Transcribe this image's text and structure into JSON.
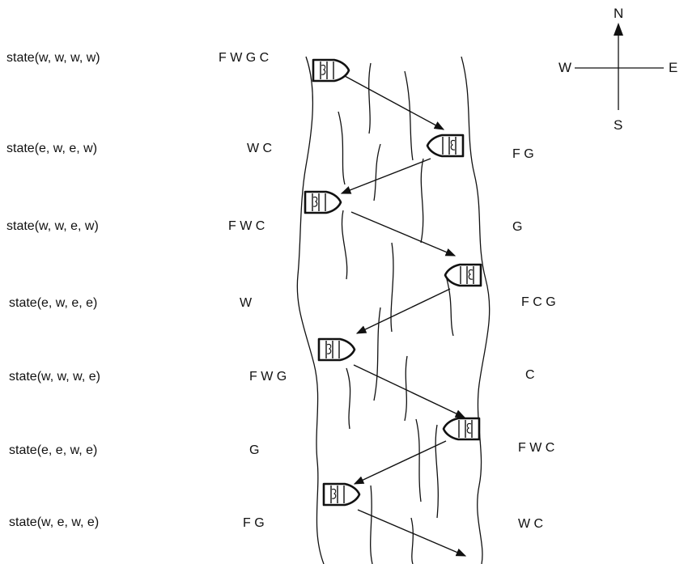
{
  "rows": [
    {
      "state": "state(w, w, w, w)",
      "west": "F W G C",
      "east": ""
    },
    {
      "state": "state(e, w, e, w)",
      "west": "W C",
      "east": "F G"
    },
    {
      "state": "state(w, w, e, w)",
      "west": "F W C",
      "east": "G"
    },
    {
      "state": "state(e, w, e, e)",
      "west": "W",
      "east": "F C G"
    },
    {
      "state": "state(w, w, w, e)",
      "west": "F W G",
      "east": "C"
    },
    {
      "state": "state(e, e, w, e)",
      "west": "G",
      "east": "F W C"
    },
    {
      "state": "state(w, e, w, e)",
      "west": "F G",
      "east": "W C"
    }
  ],
  "compass": {
    "north": "N",
    "south": "S",
    "east": "E",
    "west": "W"
  }
}
